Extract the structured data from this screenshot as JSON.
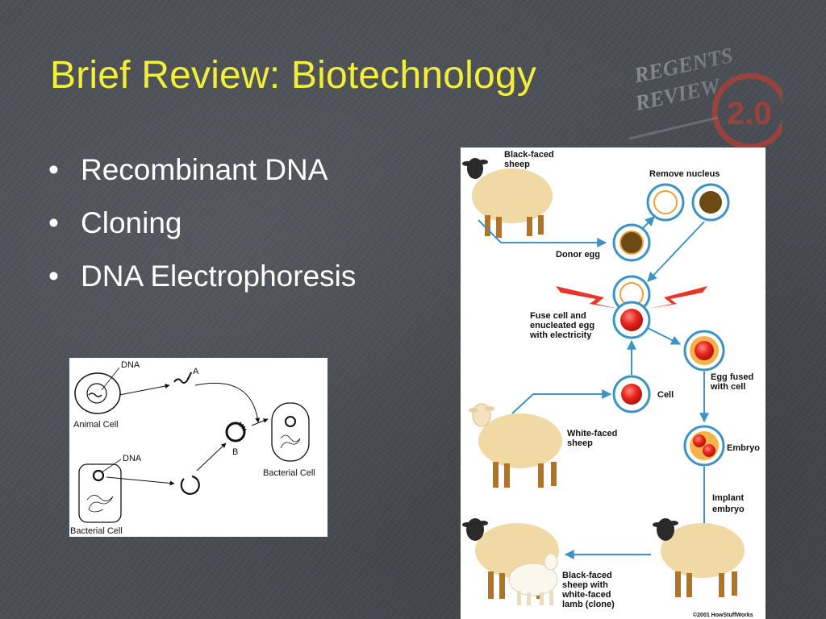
{
  "slide": {
    "title": "Brief Review: Biotechnology",
    "watermark": {
      "line1": "REGENTS",
      "line2": "REVIEW",
      "version": "2.0"
    },
    "bullets": [
      "Recombinant DNA",
      "Cloning",
      "DNA Electrophoresis"
    ],
    "bullet_glyph": "•"
  },
  "recombinant_diagram": {
    "dna_top": "DNA",
    "letter_a": "A",
    "animal_cell": "Animal Cell",
    "letter_b": "B",
    "bacterial_cell_right": "Bacterial Cell",
    "dna_bottom": "DNA",
    "bacterial_cell_bottom": "Bacterial Cell"
  },
  "cloning_diagram": {
    "black_faced_sheep": [
      "Black-faced",
      "sheep"
    ],
    "remove_nucleus": "Remove nucleus",
    "donor_egg": "Donor egg",
    "fuse": [
      "Fuse cell and",
      "enucleated egg",
      "with electricity"
    ],
    "egg_fused": [
      "Egg fused",
      "with cell"
    ],
    "cell": "Cell",
    "white_faced_sheep": [
      "White-faced",
      "sheep"
    ],
    "embryo": "Embryo",
    "implant": [
      "Implant",
      "embryo"
    ],
    "result": [
      "Black-faced",
      "sheep with",
      "white-faced",
      "lamb (clone)"
    ],
    "copyright": "©2001 HowStuffWorks"
  },
  "colors": {
    "background": "#4a4f55",
    "title": "#f2ee3a",
    "bullet_text": "#ffffff",
    "sheep_wool": "#f1d9a6",
    "arrow_blue": "#3d93c4",
    "nucleus_brown": "#6b4a14",
    "cell_red": "#e8241c",
    "bolt_red": "#e8352a"
  }
}
